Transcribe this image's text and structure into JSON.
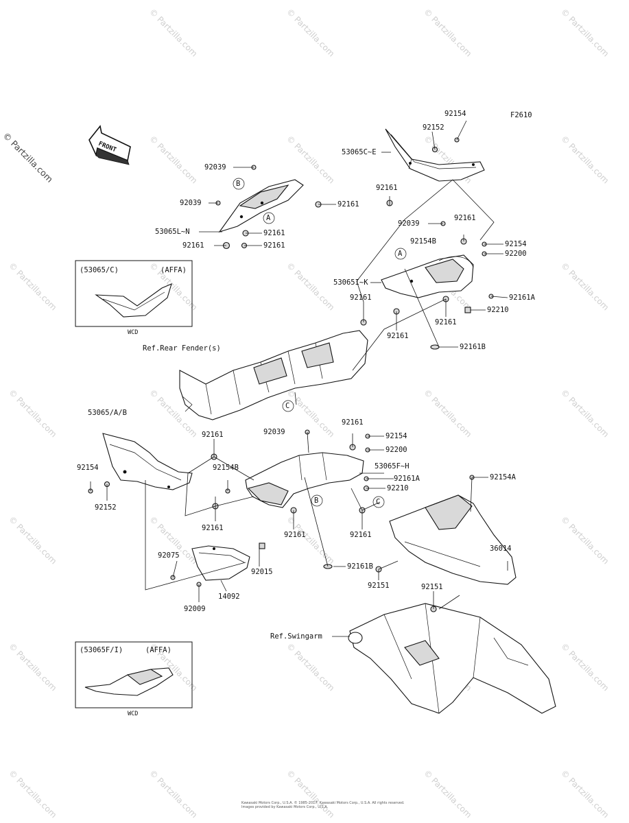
{
  "figure_code": "F2610",
  "front_arrow_label": "FRONT",
  "side_copyright": "© Partzilla.com",
  "watermark": "© Partzilla.com",
  "inset_top": {
    "code": "(53065/C)",
    "variant": "(AFFA)",
    "color": "WCD"
  },
  "inset_bottom": {
    "code": "(53065F/I)",
    "variant": "(AFFA)",
    "color": "WCD"
  },
  "callouts": {
    "a": "A",
    "b": "B",
    "c": "C"
  },
  "labels": {
    "p92154_top": "92154",
    "p92152_top": "92152",
    "p53065C_E": "53065C~E",
    "p92039_a": "92039",
    "p92039_b": "92039",
    "p92161_a": "92161",
    "p53065L_N": "53065L~N",
    "p92161_b": "92161",
    "p92161_c": "92161",
    "p92161_d": "92161",
    "p92161_e": "92161",
    "p92039_c": "92039",
    "p92161_f": "92161",
    "p92154B_a": "92154B",
    "p92154_b": "92154",
    "p92200_a": "92200",
    "p53065I_K": "53065I~K",
    "p92161A_a": "92161A",
    "p92161_g": "92161",
    "p92210_a": "92210",
    "p92161_h": "92161",
    "p92161_i": "92161",
    "p92161B_a": "92161B",
    "ref_rear_fender": "Ref.Rear Fender(s)",
    "p53065_A_B": "53065/A/B",
    "p92161_j": "92161",
    "p92039_d": "92039",
    "p92161_k": "92161",
    "p92154_c": "92154",
    "p92200_b": "92200",
    "p92154_d": "92154",
    "p92154B_b": "92154B",
    "p53065F_H": "53065F~H",
    "p92161A_b": "92161A",
    "p92210_b": "92210",
    "p92154A": "92154A",
    "p92152_b": "92152",
    "p92161_l": "92161",
    "p92161_m": "92161",
    "p92161_n": "92161",
    "p92161B_b": "92161B",
    "p92075": "92075",
    "p92015": "92015",
    "p36014": "36014",
    "p14092": "14092",
    "p92009": "92009",
    "p92151_a": "92151",
    "p92151_b": "92151",
    "ref_swingarm": "Ref.Swingarm"
  },
  "footer_line1": "Kawasaki Motors Corp., U.S.A. © 1985-2017. Kawasaki Motors Corp., U.S.A. All rights reserved.",
  "footer_line2": "Images provided by Kawasaki Motors Corp., U.S.A."
}
